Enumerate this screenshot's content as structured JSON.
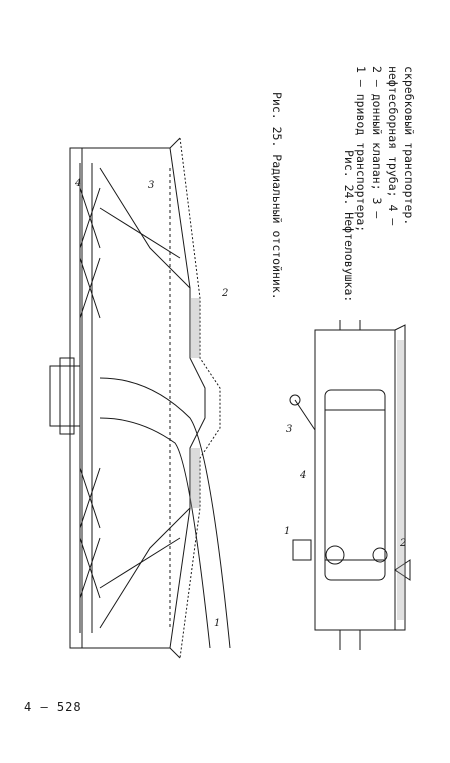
{
  "page": {
    "number": "4 – 528"
  },
  "figure25": {
    "caption": "Рис. 25. Радиальный отстойник.",
    "callouts": [
      "4",
      "3",
      "2",
      "1"
    ]
  },
  "figure24": {
    "caption_title": "Рис. 24. Нефтеловушка:",
    "caption_lines": [
      "1 – привод транспортера;",
      "2 – донный клапан; 3 –",
      "нефтесборная труба; 4 –",
      "скребковый транспортер."
    ],
    "callouts": [
      "1",
      "2",
      "3",
      "4"
    ]
  }
}
